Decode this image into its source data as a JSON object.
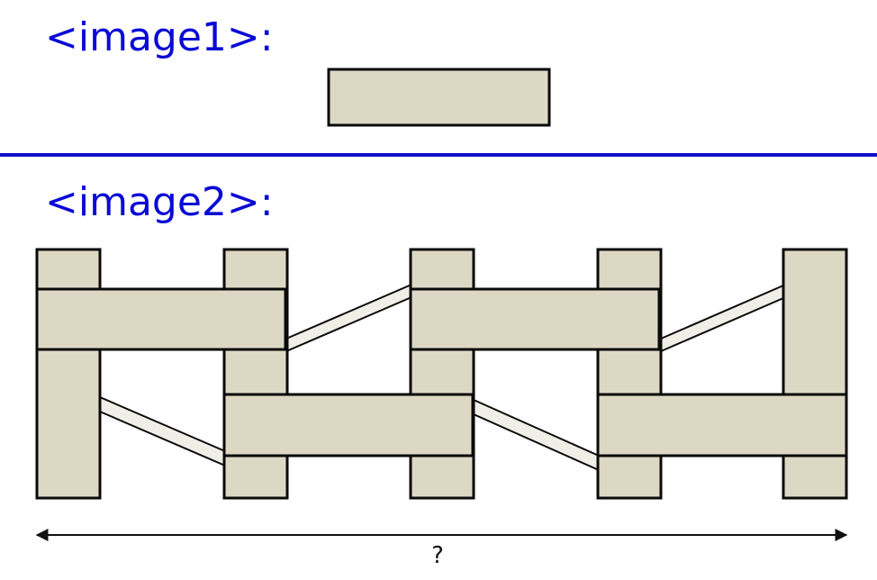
{
  "labels": {
    "image1": "<image1>:",
    "image2": "<image2>:"
  },
  "colors": {
    "label_text": "#0a0ad6",
    "divider": "#1010c8",
    "plank_fill": "#ddd8c4",
    "brace_fill": "#f0efe7",
    "outline": "#0a0a0a"
  },
  "fence": {
    "post_count": 5,
    "rail_count": 4
  },
  "measure": {
    "label": "?"
  }
}
